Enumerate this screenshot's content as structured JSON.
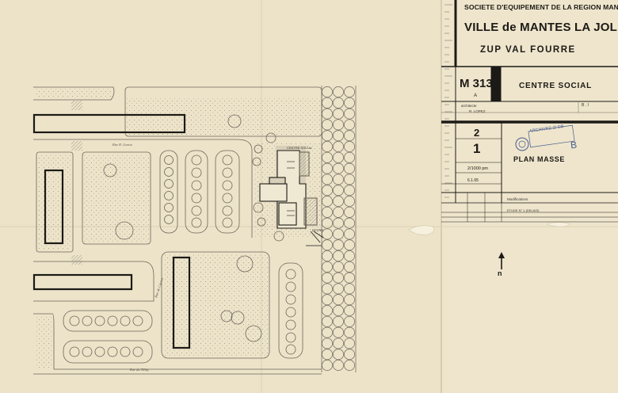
{
  "title_block": {
    "company": "SOCIETE D'EQUIPEMENT DE LA REGION MANTAISE",
    "city": "VILLE de MANTES LA JOLIE",
    "zone": "ZUP VAL FOURRE",
    "reference": "M 313",
    "reference_sub": "A",
    "building": "CENTRE SOCIAL",
    "architect_label": "architecte",
    "architect_name": "R. LOPEZ",
    "cell_code": "B . I",
    "revision": "2",
    "sheet_number": "1",
    "drawing_title": "PLAN MASSE",
    "scale": "2/1000 pm",
    "date": "6.1.65",
    "modifications_header": "Modifications",
    "etude_row": "ETUDE  N° 1  (DELAIS)",
    "stamp_text": "ARCHIVES ZI DB",
    "stamp_mark": "B"
  },
  "plan": {
    "north_label": "n",
    "label_centre_social": "CENTRE SOCIAL",
    "label_rue_top": "Rue R. Garou",
    "label_rue_side": "Rue de Carnot",
    "label_rue_bottom": "Rue du Tillay",
    "label_entree": "ENTREE"
  },
  "colors": {
    "paper": "#ece3c9",
    "ink": "#1c1a16",
    "line": "#6d665a",
    "stamp": "#4a5d8c"
  }
}
